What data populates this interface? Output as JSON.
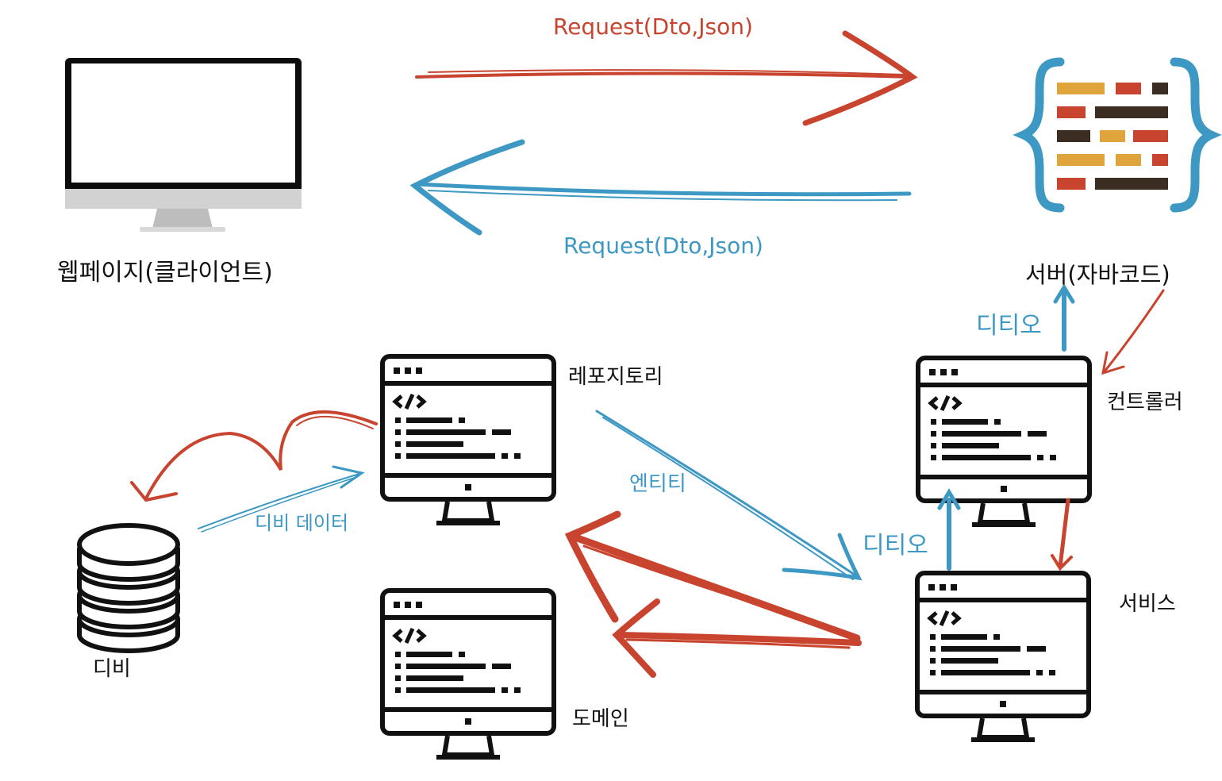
{
  "colors": {
    "red": "#c8442e",
    "blue": "#3d98c4",
    "dark": "#111111",
    "yellow": "#e0a43c",
    "brown": "#3b2d22"
  },
  "top": {
    "request_arrow_label": "Request(Dto,Json)",
    "response_arrow_label": "Request(Dto,Json)"
  },
  "nodes": {
    "client": {
      "label": "웹페이지(클라이언트)",
      "icon": "desktop-monitor-icon"
    },
    "server": {
      "label": "서버(자바코드)",
      "icon": "json-braces-icon"
    },
    "repository": {
      "label": "레포지토리",
      "icon": "code-monitor-icon"
    },
    "controller": {
      "label": "컨트롤러",
      "icon": "code-monitor-icon"
    },
    "service": {
      "label": "서비스",
      "icon": "code-monitor-icon"
    },
    "domain": {
      "label": "도메인",
      "icon": "code-monitor-icon"
    },
    "db": {
      "label": "디비",
      "icon": "database-icon"
    }
  },
  "edges": {
    "controller_to_server": "디티오",
    "service_to_controller": "디티오",
    "repository_to_service": "엔티티",
    "db_to_repository": "디비 데이터"
  }
}
